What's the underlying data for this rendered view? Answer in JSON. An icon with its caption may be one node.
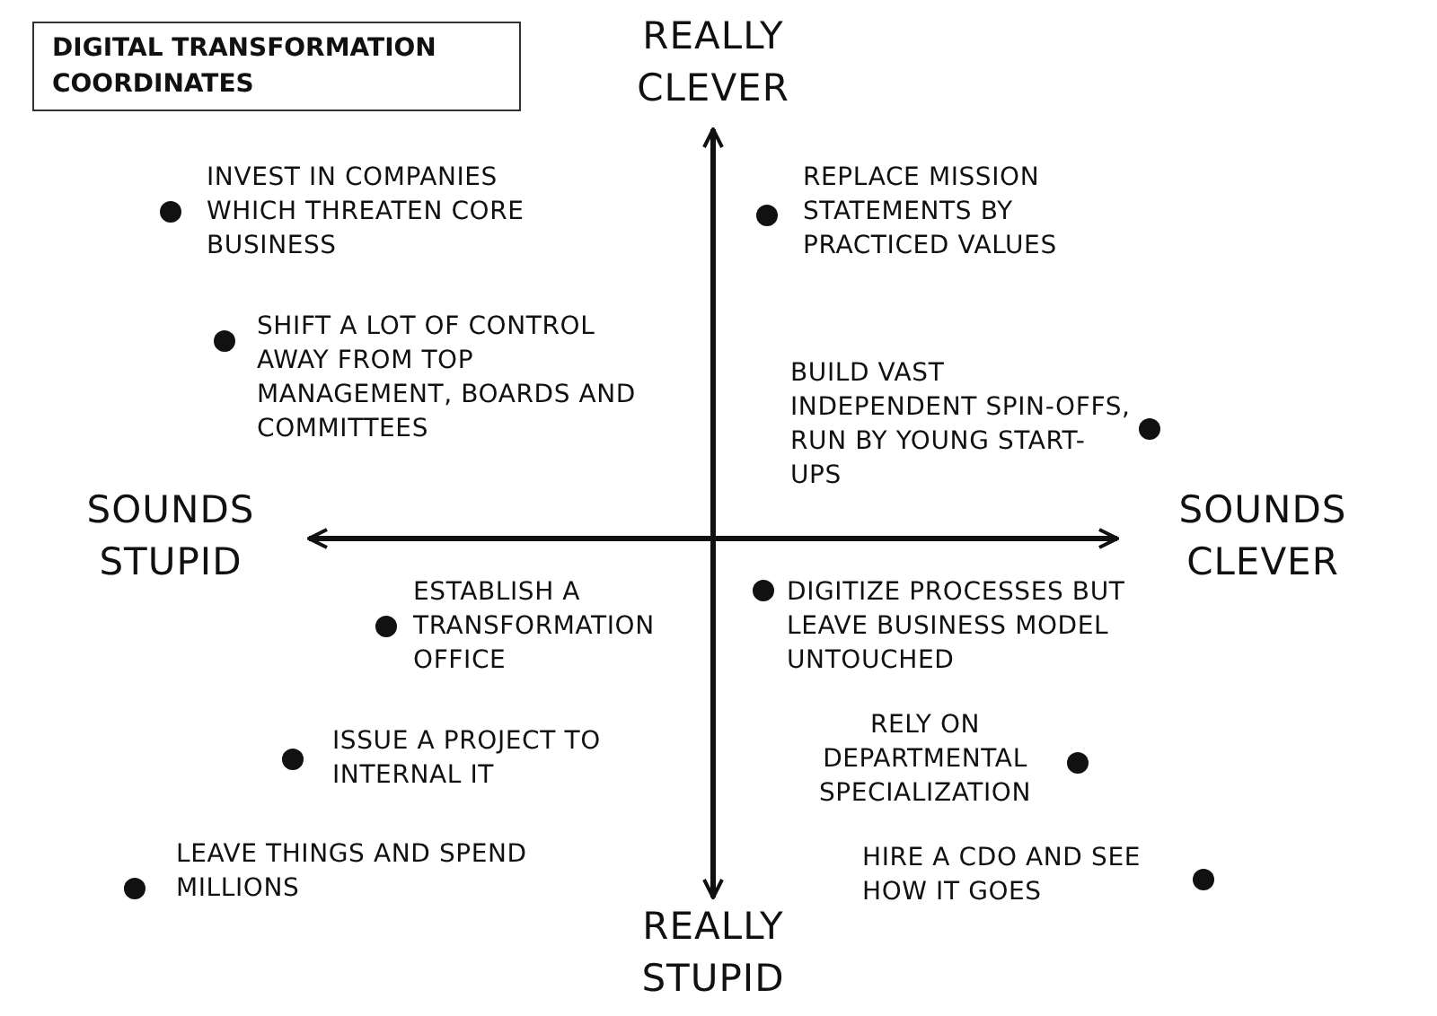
{
  "diagram": {
    "title": "DIGITAL TRANSFORMATION COORDINATES",
    "labels": [
      "REALLY CLEVER",
      "INVEST IN COMPANIES WHICH THREATEN CORE BUSINESS",
      "REPLACE MISSION STATEMENTS BY PRACTICED VALUES",
      "SHIFT A LOT OF CONTROL AWAY FROM TOP MANAGEMENT, BOARDS AND COMMITTEES",
      "BUILD VAST INDEPENDENT SPIN-OFFS, RUN BY YOUNG START-UPS",
      "SOUNDS STUPID",
      "SOUNDS CLEVER",
      "ESTABLISH A TRANSFORMATION OFFICE",
      "DIGITIZE PROCESSES BUT LEAVE BUSINESS MODEL UNTOUCHED",
      "ISSUE A PROJECT TO INTERNAL IT",
      "RELY ON DEPARTMENTAL SPECIALIZATION",
      "LEAVE THINGS AND SPEND MILLIONS",
      "HIRE A CDO AND SEE HOW IT GOES",
      "REALLY STUPID"
    ]
  }
}
